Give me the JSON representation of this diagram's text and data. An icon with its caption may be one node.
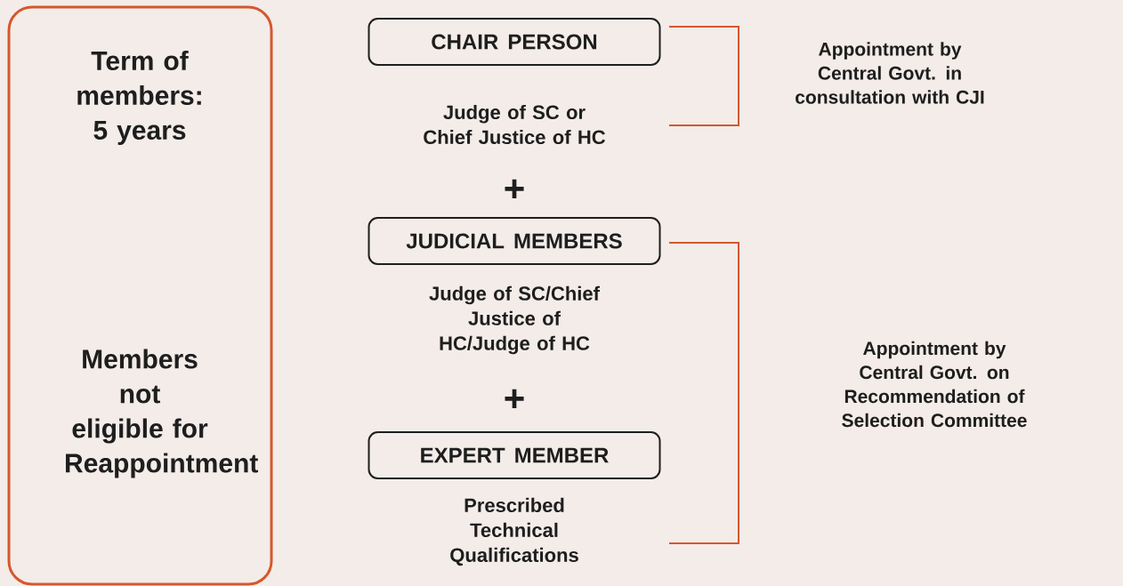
{
  "diagram": {
    "nodes": [
      {
        "text": [
          "Term of members: 5 years",
          "Members not eligible for Reappointment"
        ]
      },
      {
        "text": [
          "CHAIR PERSON"
        ],
        "beside": [
          "Judge of SC or Chief Justice of HC"
        ]
      },
      {
        "text": [
          "JUDICIAL MEMBERS"
        ],
        "beside": [
          "Judge of SC/Chief Justice of HC/Judge of HC"
        ]
      },
      {
        "text": [
          "EXPERT MEMBER"
        ],
        "beside": [
          "Prescribed Technical Qualifications"
        ]
      },
      {
        "text": [
          "Appointment by Central Govt. in consultation with CJI"
        ]
      },
      {
        "text": [
          "Appointment by Central Govt. on Recommendation of Selection Committee"
        ]
      }
    ],
    "edges": [],
    "labels": [
      "+",
      "+"
    ]
  }
}
